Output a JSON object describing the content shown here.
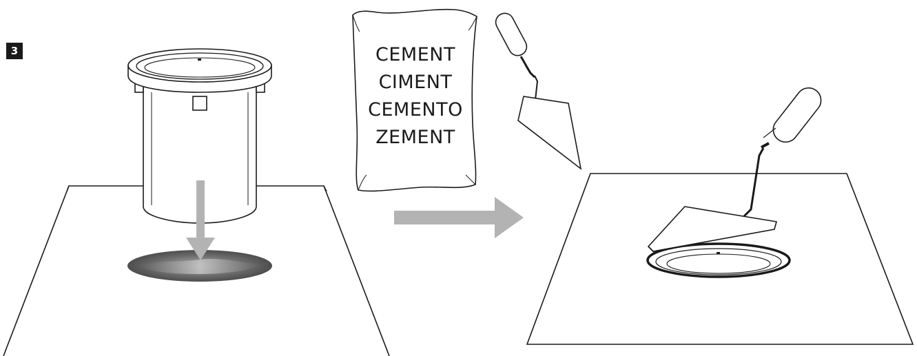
{
  "step": {
    "number": "3"
  },
  "bag": {
    "lines": [
      "CEMENT",
      "CIMENT",
      "CEMENTO",
      "ZEMENT"
    ]
  },
  "colors": {
    "outline": "#1a1a1a",
    "arrow": "#b3b3b3",
    "mortar_dark": "#4a4a4a",
    "mortar_light": "#9a9a9a",
    "background": "#ffffff"
  },
  "icons": [
    "step-number-badge",
    "floor-box-icon",
    "down-arrow-icon",
    "mortar-bed-icon",
    "cement-bag-icon",
    "trowel-icon",
    "process-arrow-icon",
    "installed-box-icon"
  ]
}
